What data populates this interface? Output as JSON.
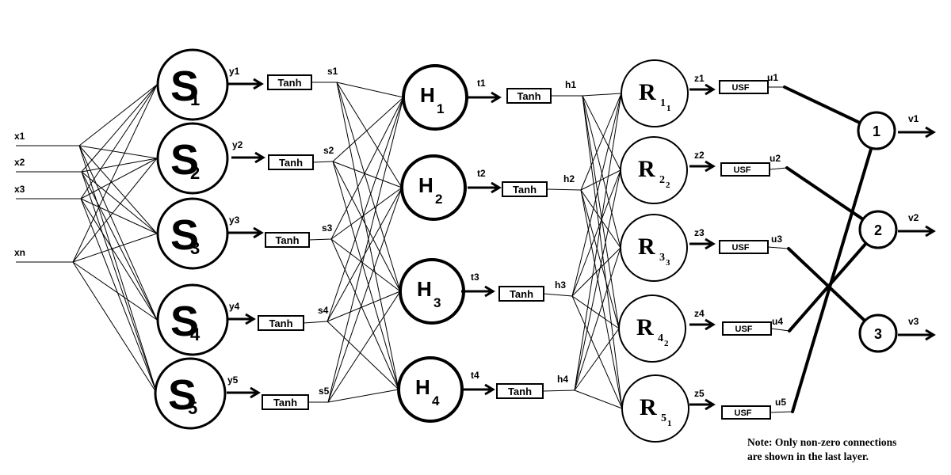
{
  "diagram": {
    "inputs": [
      "x1",
      "x2",
      "x3",
      "xn"
    ],
    "s_layer": {
      "nodes": [
        {
          "letter": "S",
          "sub": "1"
        },
        {
          "letter": "S",
          "sub": "2"
        },
        {
          "letter": "S",
          "sub": "3"
        },
        {
          "letter": "S",
          "sub": "4"
        },
        {
          "letter": "S",
          "sub": "5"
        }
      ],
      "outputs": [
        "y1",
        "y2",
        "y3",
        "y4",
        "y5"
      ],
      "activation": "Tanh",
      "activated": [
        "s1",
        "s2",
        "s3",
        "s4",
        "s5"
      ]
    },
    "h_layer": {
      "nodes": [
        {
          "letter": "H",
          "sub": "1"
        },
        {
          "letter": "H",
          "sub": "2"
        },
        {
          "letter": "H",
          "sub": "3"
        },
        {
          "letter": "H",
          "sub": "4"
        }
      ],
      "outputs": [
        "t1",
        "t2",
        "t3",
        "t4"
      ],
      "activation": "Tanh",
      "activated": [
        "h1",
        "h2",
        "h3",
        "h4"
      ]
    },
    "r_layer": {
      "nodes": [
        {
          "letter": "R",
          "sub": "1",
          "subsub": "1",
          "color": "#1a1a7a",
          "subcolor": "#3a3ad8"
        },
        {
          "letter": "R",
          "sub": "2",
          "subsub": "2",
          "color": "#e8282d",
          "subcolor": "#e8282d"
        },
        {
          "letter": "R",
          "sub": "3",
          "subsub": "3",
          "color": "#2aa84a",
          "subcolor": "#2aa84a"
        },
        {
          "letter": "R",
          "sub": "4",
          "subsub": "2",
          "color": "#e8282d",
          "subcolor": "#e8282d"
        },
        {
          "letter": "R",
          "sub": "5",
          "subsub": "1",
          "color": "#1a1a7a",
          "subcolor": "#3a3ad8"
        }
      ],
      "outputs": [
        "z1",
        "z2",
        "z3",
        "z4",
        "z5"
      ],
      "activation": "USF",
      "activated": [
        "u1",
        "u2",
        "u3",
        "u4",
        "u5"
      ]
    },
    "output_layer": {
      "nodes": [
        "1",
        "2",
        "3"
      ],
      "outputs": [
        "v1",
        "v2",
        "v3"
      ]
    },
    "note": {
      "line1": "Note: Only non-zero connections",
      "line2": "are shown in the last layer."
    }
  }
}
